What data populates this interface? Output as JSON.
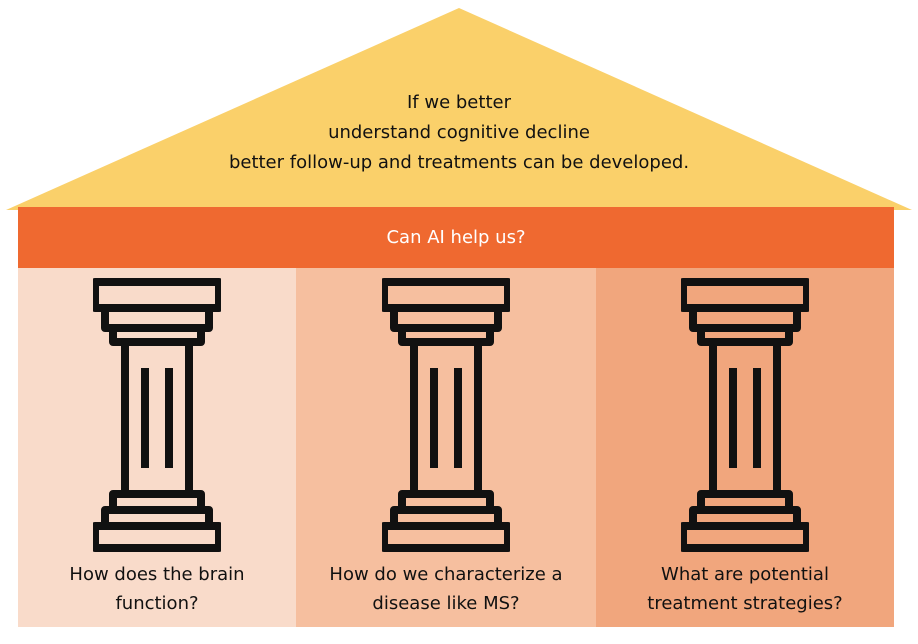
{
  "colors": {
    "roof": "#fad06a",
    "beam": "#ef6930",
    "panel_1": "#f9dbca",
    "panel_2": "#f6bf9f",
    "panel_3": "#f1a67d",
    "outline": "#111111"
  },
  "roof": {
    "lines": [
      "If we better",
      "understand cognitive decline",
      "better follow-up and treatments can be developed."
    ]
  },
  "beam": {
    "label": "Can AI help us?"
  },
  "columns": [
    {
      "icon": "pillar-icon",
      "caption_lines": [
        "How does the brain",
        "function?"
      ]
    },
    {
      "icon": "pillar-icon",
      "caption_lines": [
        "How do we characterize a",
        "disease like MS?"
      ]
    },
    {
      "icon": "pillar-icon",
      "caption_lines": [
        "What are potential",
        "treatment strategies?"
      ]
    }
  ]
}
